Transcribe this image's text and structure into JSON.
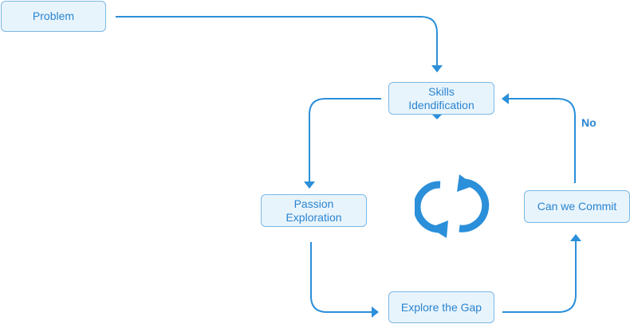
{
  "nodes": {
    "problem": {
      "label": "Problem"
    },
    "skills": {
      "line1": "Skills",
      "line2": "Idendification"
    },
    "passion": {
      "line1": "Passion",
      "line2": "Exploration"
    },
    "gap": {
      "label": "Explore the Gap"
    },
    "commit": {
      "label": "Can we Commit"
    }
  },
  "edges": {
    "commit_to_skills": {
      "label": "No"
    }
  },
  "icons": {
    "cycle": "refresh-cycle-icon"
  },
  "colors": {
    "stroke": "#2b8fd9",
    "node_fill": "#e8f4fc",
    "node_border": "#7ab8e6",
    "text": "#2a84d0"
  }
}
